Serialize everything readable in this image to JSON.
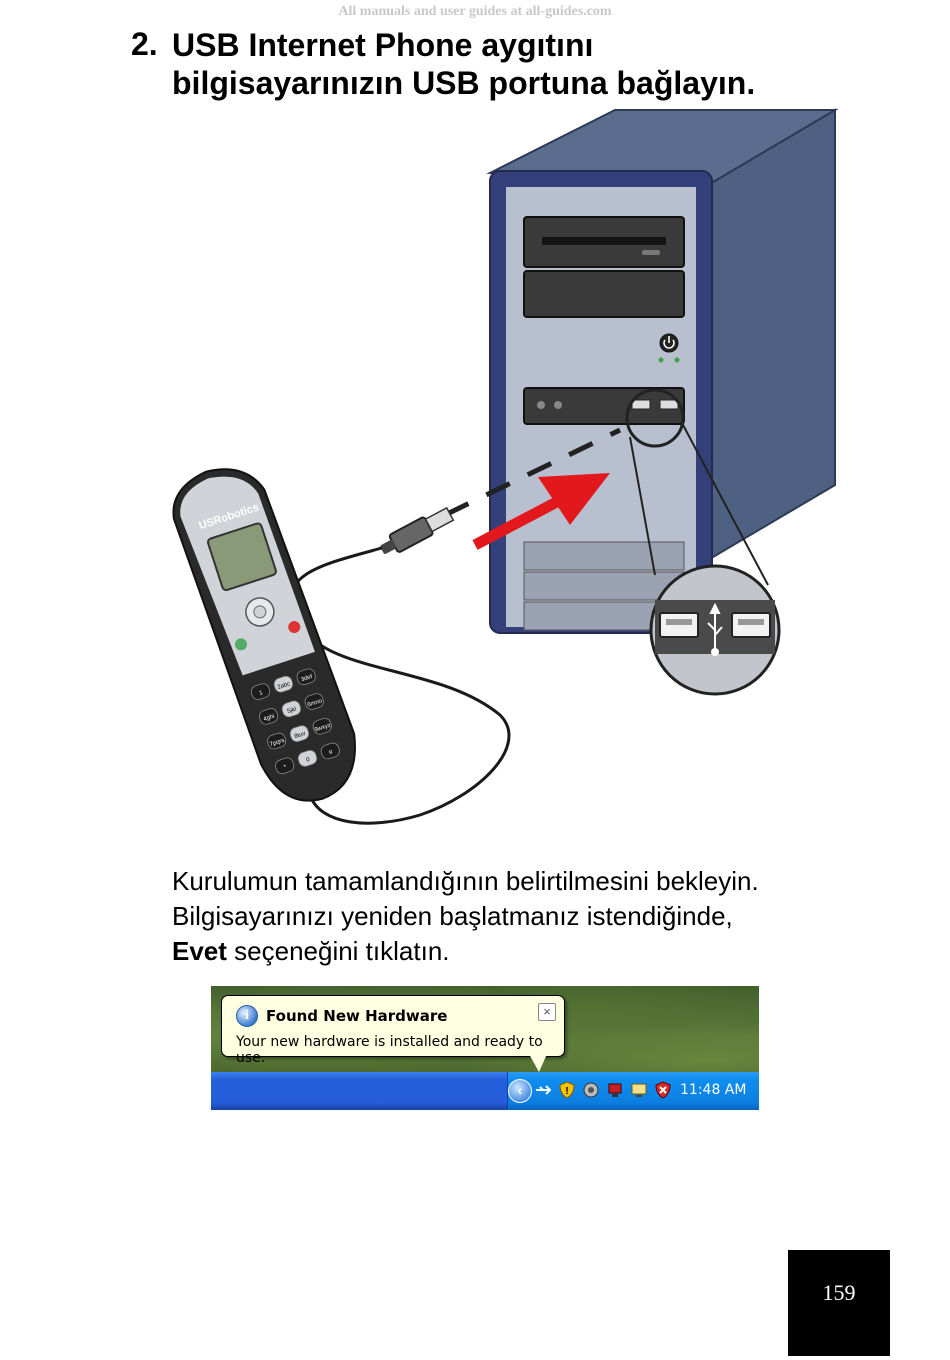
{
  "watermark": "All manuals and user guides at all-guides.com",
  "step": {
    "number": "2.",
    "title_line1": "USB Internet Phone aygıtını",
    "title_line2": "bilgisayarınızın USB portuna bağlayın."
  },
  "illustration": {
    "phone_brand": "USRobotics",
    "keypad": [
      "1",
      "2abc",
      "3def",
      "4ghi",
      "5jkl",
      "6mno",
      "7pqrs",
      "8tuv",
      "9wxyz",
      "*",
      "0",
      "#"
    ]
  },
  "instructions": {
    "line1": "Kurulumun tamamlandığının belirtilmesini bekleyin.",
    "line2": "Bilgisayarınızı yeniden başlatmanız istendiğinde,",
    "line3_bold": "Evet",
    "line3_rest": " seçeneğini tıklatın."
  },
  "notification": {
    "title": "Found New Hardware",
    "message": "Your new hardware is installed and ready to use.",
    "clock": "11:48 AM",
    "close_glyph": "×",
    "info_glyph": "i",
    "expand_glyph": "‹"
  },
  "page_number": "159"
}
